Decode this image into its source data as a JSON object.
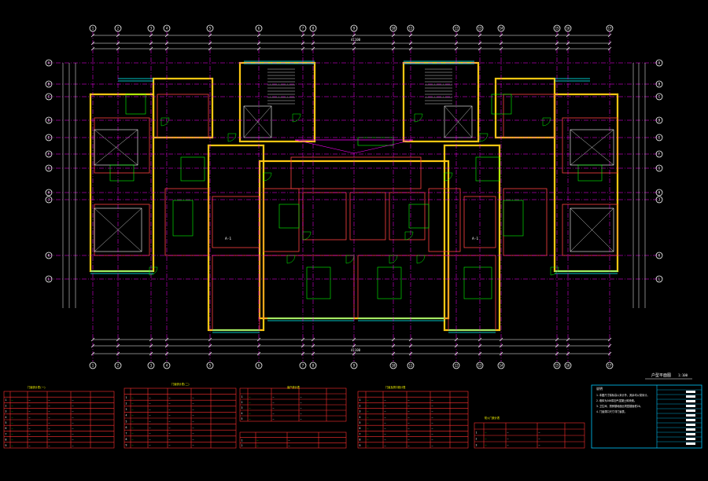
{
  "colors": {
    "background": "#000000",
    "wall": "#ff4040",
    "wall_fill": "#ffff00",
    "axis": "#ff00ff",
    "dimension": "#00ffff",
    "furniture": "#00ff00",
    "window": "#00ffff",
    "text": "#ffffff",
    "table_line": "#ff3030",
    "legend_border": "#00c8ff"
  },
  "plan": {
    "title": "户型平面图",
    "scale_note": "1:100",
    "total_dim_top": "41100",
    "total_dim_bottom": "41100",
    "axis_top": [
      "1",
      "2",
      "3",
      "4",
      "5",
      "6",
      "7",
      "8",
      "9",
      "10",
      "11",
      "12",
      "13",
      "14",
      "15",
      "16",
      "17"
    ],
    "axis_left": [
      "A",
      "B",
      "C",
      "D",
      "E",
      "F",
      "G",
      "H",
      "J",
      "K",
      "L"
    ],
    "room_labels": [
      "A-1",
      "A-1"
    ]
  },
  "tables": [
    {
      "title": "门窗统计表(一)",
      "rows": 9
    },
    {
      "title": "门窗统计表(二)",
      "rows": 9
    },
    {
      "title": "窗户统计表",
      "rows": 5
    },
    {
      "title": "门窗及洞口统计表",
      "rows": 9
    },
    {
      "title": "防火门统计表",
      "rows": 3
    }
  ],
  "legend": {
    "title": "说明",
    "lines": [
      "1.本图尺寸除标高以米计外，其余均以毫米计。",
      "2.墙体为200厚加气混凝土砌块墙。",
      "3.卫生间、厨房楼地面比同层楼面低20。",
      "4.门窗洞口尺寸详门窗表。"
    ]
  }
}
